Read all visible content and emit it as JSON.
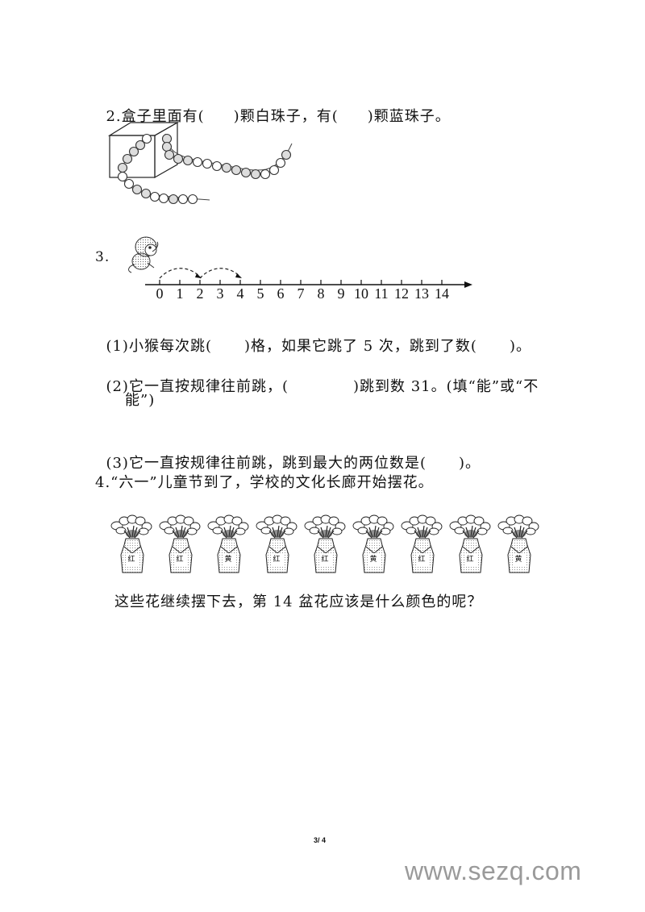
{
  "q2": {
    "number": "2.",
    "text_a": "盒子里面有(",
    "text_b": ")颗白珠子，有(",
    "text_c": ")颗蓝珠子。",
    "figure": {
      "description": "box-with-bead-necklace",
      "bead_colors": {
        "white": "#ffffff",
        "blue_shaded": "#d9d9d9"
      }
    }
  },
  "q3": {
    "number": "3.",
    "figure": {
      "description": "monkey-jumping-on-number-line",
      "ticks": [
        "0",
        "1",
        "2",
        "3",
        "4",
        "5",
        "6",
        "7",
        "8",
        "9",
        "10",
        "11",
        "12",
        "13",
        "14"
      ],
      "jumps": [
        {
          "from": "0",
          "to": "2"
        },
        {
          "from": "2",
          "to": "4"
        }
      ]
    },
    "sub1": {
      "a": "(1)小猴每次跳(",
      "b": ")格，如果它跳了 5 次，跳到了数(",
      "c": ")。"
    },
    "sub2": {
      "a": "(2)它一直按规律往前跳，(",
      "b": ")跳到数 31。(填“能”或“不",
      "c": "能”)"
    },
    "sub3": {
      "a": "(3)它一直按规律往前跳，跳到最大的两位数是(",
      "b": ")。"
    }
  },
  "q4": {
    "title": "4.“六一”儿童节到了，学校的文化长廊开始摆花。",
    "vases": [
      {
        "label": "红"
      },
      {
        "label": "红"
      },
      {
        "label": "黄"
      },
      {
        "label": "红"
      },
      {
        "label": "红"
      },
      {
        "label": "黄"
      },
      {
        "label": "红"
      },
      {
        "label": "红"
      },
      {
        "label": "黄"
      }
    ],
    "question": "这些花继续摆下去，第 14 盆花应该是什么颜色的呢？"
  },
  "footer": {
    "page": "3/ 4",
    "watermark": "www.sezq.com"
  }
}
